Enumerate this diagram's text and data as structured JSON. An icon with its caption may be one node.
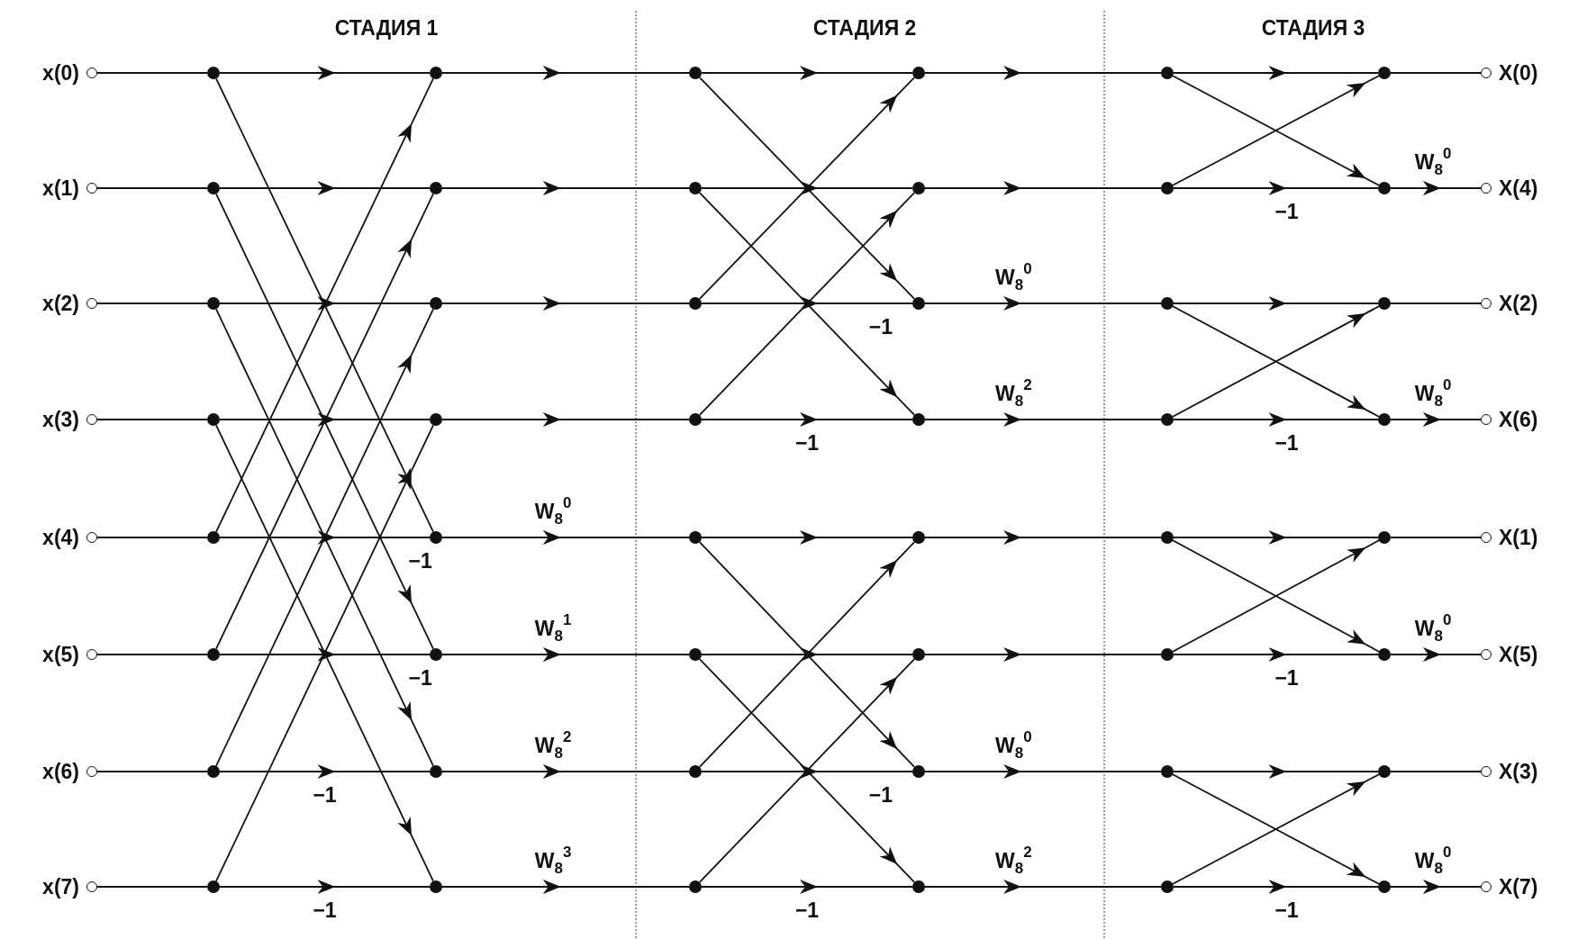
{
  "diagram": {
    "nodes": [
      {
        "text": [],
        "shape": "circle",
        "beside": [
          "x(0)"
        ]
      },
      {
        "text": [],
        "shape": "circle",
        "beside": [
          "x(1)"
        ]
      },
      {
        "text": [],
        "shape": "circle",
        "beside": [
          "x(2)"
        ]
      },
      {
        "text": [],
        "shape": "circle",
        "beside": [
          "x(3)"
        ]
      },
      {
        "text": [],
        "shape": "circle",
        "beside": [
          "x(4)"
        ]
      },
      {
        "text": [],
        "shape": "circle",
        "beside": [
          "x(5)"
        ]
      },
      {
        "text": [],
        "shape": "circle",
        "beside": [
          "x(6)"
        ]
      },
      {
        "text": [],
        "shape": "circle",
        "beside": [
          "x(7)"
        ]
      },
      {
        "text": [],
        "shape": "dot"
      },
      {
        "text": [],
        "shape": "dot"
      },
      {
        "text": [],
        "shape": "dot"
      },
      {
        "text": [],
        "shape": "dot"
      },
      {
        "text": [],
        "shape": "dot"
      },
      {
        "text": [],
        "shape": "dot"
      },
      {
        "text": [],
        "shape": "dot"
      },
      {
        "text": [],
        "shape": "dot"
      },
      {
        "text": [],
        "shape": "dot"
      },
      {
        "text": [],
        "shape": "dot"
      },
      {
        "text": [],
        "shape": "dot"
      },
      {
        "text": [],
        "shape": "dot"
      },
      {
        "text": [],
        "shape": "dot"
      },
      {
        "text": [],
        "shape": "dot"
      },
      {
        "text": [],
        "shape": "dot"
      },
      {
        "text": [],
        "shape": "dot"
      },
      {
        "text": [],
        "shape": "dot"
      },
      {
        "text": [],
        "shape": "dot"
      },
      {
        "text": [],
        "shape": "dot"
      },
      {
        "text": [],
        "shape": "dot"
      },
      {
        "text": [],
        "shape": "dot"
      },
      {
        "text": [],
        "shape": "dot"
      },
      {
        "text": [],
        "shape": "dot"
      },
      {
        "text": [],
        "shape": "dot"
      },
      {
        "text": [],
        "shape": "dot"
      },
      {
        "text": [],
        "shape": "dot"
      },
      {
        "text": [],
        "shape": "dot"
      },
      {
        "text": [],
        "shape": "dot"
      },
      {
        "text": [],
        "shape": "dot"
      },
      {
        "text": [],
        "shape": "dot"
      },
      {
        "text": [],
        "shape": "dot"
      },
      {
        "text": [],
        "shape": "dot"
      },
      {
        "text": [],
        "shape": "dot"
      },
      {
        "text": [],
        "shape": "dot"
      },
      {
        "text": [],
        "shape": "dot"
      },
      {
        "text": [],
        "shape": "dot"
      },
      {
        "text": [],
        "shape": "dot"
      },
      {
        "text": [],
        "shape": "dot"
      },
      {
        "text": [],
        "shape": "dot"
      },
      {
        "text": [],
        "shape": "dot"
      },
      {
        "text": [],
        "shape": "dot"
      },
      {
        "text": [],
        "shape": "dot"
      },
      {
        "text": [],
        "shape": "dot"
      },
      {
        "text": [],
        "shape": "dot"
      },
      {
        "text": [],
        "shape": "dot"
      },
      {
        "text": [],
        "shape": "dot"
      },
      {
        "text": [],
        "shape": "dot"
      },
      {
        "text": [],
        "shape": "dot"
      },
      {
        "text": [],
        "shape": "circle",
        "beside": [
          "X(0)"
        ]
      },
      {
        "text": [],
        "shape": "circle",
        "beside": [
          "X(4)"
        ]
      },
      {
        "text": [],
        "shape": "circle",
        "beside": [
          "X(2)"
        ]
      },
      {
        "text": [],
        "shape": "circle",
        "beside": [
          "X(6)"
        ]
      },
      {
        "text": [],
        "shape": "circle",
        "beside": [
          "X(1)"
        ]
      },
      {
        "text": [],
        "shape": "circle",
        "beside": [
          "X(5)"
        ]
      },
      {
        "text": [],
        "shape": "circle",
        "beside": [
          "X(3)"
        ]
      },
      {
        "text": [],
        "shape": "circle",
        "beside": [
          "X(7)"
        ]
      }
    ],
    "edges": [
      {
        "from": 0,
        "to": 8,
        "arrow": "none"
      },
      {
        "from": 1,
        "to": 9,
        "arrow": "none"
      },
      {
        "from": 2,
        "to": 10,
        "arrow": "none"
      },
      {
        "from": 3,
        "to": 11,
        "arrow": "none"
      },
      {
        "from": 4,
        "to": 12,
        "arrow": "none"
      },
      {
        "from": 5,
        "to": 13,
        "arrow": "none"
      },
      {
        "from": 6,
        "to": 14,
        "arrow": "none"
      },
      {
        "from": 7,
        "to": 15,
        "arrow": "none"
      },
      {
        "from": 8,
        "to": 16,
        "arrow": "to"
      },
      {
        "from": 9,
        "to": 17,
        "arrow": "to"
      },
      {
        "from": 10,
        "to": 18,
        "arrow": "to"
      },
      {
        "from": 11,
        "to": 19,
        "arrow": "to"
      },
      {
        "from": 12,
        "to": 20,
        "arrow": "to",
        "label": "−1"
      },
      {
        "from": 13,
        "to": 21,
        "arrow": "to",
        "label": "−1"
      },
      {
        "from": 14,
        "to": 22,
        "arrow": "to",
        "label": "−1"
      },
      {
        "from": 15,
        "to": 23,
        "arrow": "to",
        "label": "−1"
      },
      {
        "from": 8,
        "to": 20,
        "arrow": "to"
      },
      {
        "from": 12,
        "to": 16,
        "arrow": "to"
      },
      {
        "from": 9,
        "to": 21,
        "arrow": "to"
      },
      {
        "from": 13,
        "to": 17,
        "arrow": "to"
      },
      {
        "from": 10,
        "to": 22,
        "arrow": "to"
      },
      {
        "from": 14,
        "to": 18,
        "arrow": "to"
      },
      {
        "from": 11,
        "to": 23,
        "arrow": "to"
      },
      {
        "from": 15,
        "to": 19,
        "arrow": "to"
      },
      {
        "from": 16,
        "to": 24,
        "arrow": "to"
      },
      {
        "from": 17,
        "to": 25,
        "arrow": "to"
      },
      {
        "from": 18,
        "to": 26,
        "arrow": "to"
      },
      {
        "from": 19,
        "to": 27,
        "arrow": "to"
      },
      {
        "from": 20,
        "to": 28,
        "arrow": "to",
        "label": "W$_{8}$$^{0}$"
      },
      {
        "from": 21,
        "to": 29,
        "arrow": "to",
        "label": "W$_{8}$$^{1}$"
      },
      {
        "from": 22,
        "to": 30,
        "arrow": "to",
        "label": "W$_{8}$$^{2}$"
      },
      {
        "from": 23,
        "to": 31,
        "arrow": "to",
        "label": "W$_{8}$$^{3}$"
      },
      {
        "from": 24,
        "to": 32,
        "arrow": "to"
      },
      {
        "from": 25,
        "to": 33,
        "arrow": "to"
      },
      {
        "from": 26,
        "to": 34,
        "arrow": "to",
        "label": "−1"
      },
      {
        "from": 27,
        "to": 35,
        "arrow": "to",
        "label": "−1"
      },
      {
        "from": 28,
        "to": 36,
        "arrow": "to"
      },
      {
        "from": 29,
        "to": 37,
        "arrow": "to"
      },
      {
        "from": 30,
        "to": 38,
        "arrow": "to",
        "label": "−1"
      },
      {
        "from": 31,
        "to": 39,
        "arrow": "to",
        "label": "−1"
      },
      {
        "from": 24,
        "to": 34,
        "arrow": "to"
      },
      {
        "from": 26,
        "to": 32,
        "arrow": "to"
      },
      {
        "from": 25,
        "to": 35,
        "arrow": "to"
      },
      {
        "from": 27,
        "to": 33,
        "arrow": "to"
      },
      {
        "from": 28,
        "to": 38,
        "arrow": "to"
      },
      {
        "from": 30,
        "to": 36,
        "arrow": "to"
      },
      {
        "from": 29,
        "to": 39,
        "arrow": "to"
      },
      {
        "from": 31,
        "to": 37,
        "arrow": "to"
      },
      {
        "from": 32,
        "to": 40,
        "arrow": "to"
      },
      {
        "from": 33,
        "to": 41,
        "arrow": "to"
      },
      {
        "from": 34,
        "to": 42,
        "arrow": "to",
        "label": "W$_{8}$$^{0}$"
      },
      {
        "from": 35,
        "to": 43,
        "arrow": "to",
        "label": "W$_{8}$$^{2}$"
      },
      {
        "from": 36,
        "to": 44,
        "arrow": "to"
      },
      {
        "from": 37,
        "to": 45,
        "arrow": "to"
      },
      {
        "from": 38,
        "to": 46,
        "arrow": "to",
        "label": "W$_{8}$$^{0}$"
      },
      {
        "from": 39,
        "to": 47,
        "arrow": "to",
        "label": "W$_{8}$$^{2}$"
      },
      {
        "from": 40,
        "to": 48,
        "arrow": "to"
      },
      {
        "from": 41,
        "to": 49,
        "arrow": "to",
        "label": "−1"
      },
      {
        "from": 42,
        "to": 50,
        "arrow": "to"
      },
      {
        "from": 43,
        "to": 51,
        "arrow": "to",
        "label": "−1"
      },
      {
        "from": 44,
        "to": 52,
        "arrow": "to"
      },
      {
        "from": 45,
        "to": 53,
        "arrow": "to",
        "label": "−1"
      },
      {
        "from": 46,
        "to": 54,
        "arrow": "to"
      },
      {
        "from": 47,
        "to": 55,
        "arrow": "to",
        "label": "−1"
      },
      {
        "from": 40,
        "to": 49,
        "arrow": "to"
      },
      {
        "from": 41,
        "to": 48,
        "arrow": "to"
      },
      {
        "from": 42,
        "to": 51,
        "arrow": "to"
      },
      {
        "from": 43,
        "to": 50,
        "arrow": "to"
      },
      {
        "from": 44,
        "to": 53,
        "arrow": "to"
      },
      {
        "from": 45,
        "to": 52,
        "arrow": "to"
      },
      {
        "from": 46,
        "to": 55,
        "arrow": "to"
      },
      {
        "from": 47,
        "to": 54,
        "arrow": "to"
      },
      {
        "from": 48,
        "to": 56,
        "arrow": "none"
      },
      {
        "from": 49,
        "to": 57,
        "arrow": "to",
        "label": "W$_{8}$$^{0}$"
      },
      {
        "from": 50,
        "to": 58,
        "arrow": "none"
      },
      {
        "from": 51,
        "to": 59,
        "arrow": "to",
        "label": "W$_{8}$$^{0}$"
      },
      {
        "from": 52,
        "to": 60,
        "arrow": "none"
      },
      {
        "from": 53,
        "to": 61,
        "arrow": "to",
        "label": "W$_{8}$$^{0}$"
      },
      {
        "from": 54,
        "to": 62,
        "arrow": "none"
      },
      {
        "from": 55,
        "to": 63,
        "arrow": "to",
        "label": "W$_{8}$$^{0}$"
      }
    ],
    "labels": [
      "СТАДИЯ 1",
      "СТАДИЯ 2",
      "СТАДИЯ 3"
    ]
  }
}
